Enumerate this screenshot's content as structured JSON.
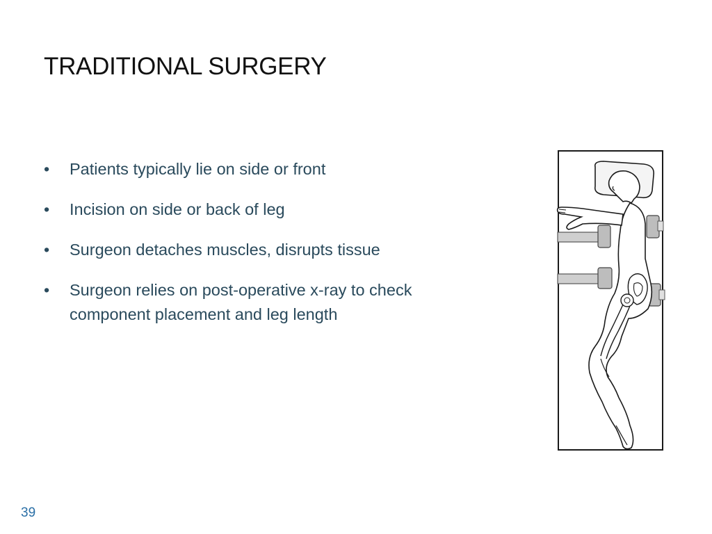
{
  "slide": {
    "title": "TRADITIONAL SURGERY",
    "bullet_marker": "•",
    "bullets": [
      "Patients typically lie on side or front",
      "Incision on side or back of leg",
      "Surgeon detaches muscles, disrupts tissue",
      "Surgeon relies on post-operative x-ray to check component placement and leg length"
    ],
    "page_number": "39"
  },
  "figure": {
    "icon": "patient-lateral-position-illustration",
    "line_color": "#1a1a1a",
    "support_color": "#b8b8b8"
  }
}
